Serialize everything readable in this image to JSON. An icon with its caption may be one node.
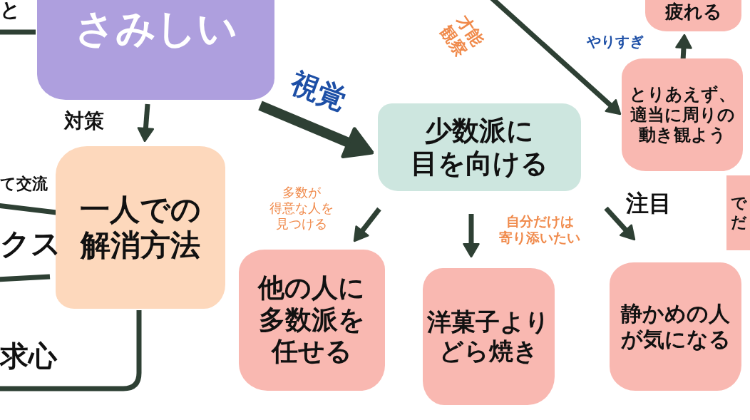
{
  "diagram": {
    "nodes": [
      {
        "text": [
          "さみしい"
        ]
      },
      {
        "text": [
          "疲れる"
        ]
      },
      {
        "text": [
          "とりあえず、適当に周りの動き観よう"
        ]
      },
      {
        "text": [
          "少数派に目を向ける"
        ]
      },
      {
        "text": [
          "一人での解消方法"
        ]
      },
      {
        "text": [
          "でだ"
        ]
      },
      {
        "text": [
          "他の人に多数派を任せる"
        ]
      },
      {
        "text": [
          "洋菓子よりどら焼き"
        ]
      },
      {
        "text": [
          "静かめの人が気になる"
        ]
      }
    ],
    "edges": [
      {
        "from": 0,
        "to": 4,
        "arrow": "to",
        "label": "対策"
      },
      {
        "from": 0,
        "to": 3,
        "arrow": "to",
        "label": "視覚",
        "style": "thick"
      },
      {
        "from": 3,
        "to": 6,
        "arrow": "to",
        "label": "多数が得意な人を見つける"
      },
      {
        "from": 3,
        "to": 7,
        "arrow": "to",
        "label": "自分だけは寄り添いたい"
      },
      {
        "from": 3,
        "to": 8,
        "arrow": "to",
        "label": "注目"
      },
      {
        "from": null,
        "to": 2,
        "arrow": "to",
        "label": "才能観察"
      },
      {
        "from": 2,
        "to": 1,
        "arrow": "to",
        "label": "やりすぎ"
      },
      {
        "from": null,
        "to": 0,
        "arrow": "none"
      },
      {
        "from": 4,
        "to": null,
        "arrow": "none"
      },
      {
        "from": 4,
        "to": null,
        "arrow": "none"
      },
      {
        "from": 4,
        "to": null,
        "arrow": "none"
      }
    ],
    "labels": [
      "と",
      "て交流",
      "クス",
      "求心"
    ]
  }
}
